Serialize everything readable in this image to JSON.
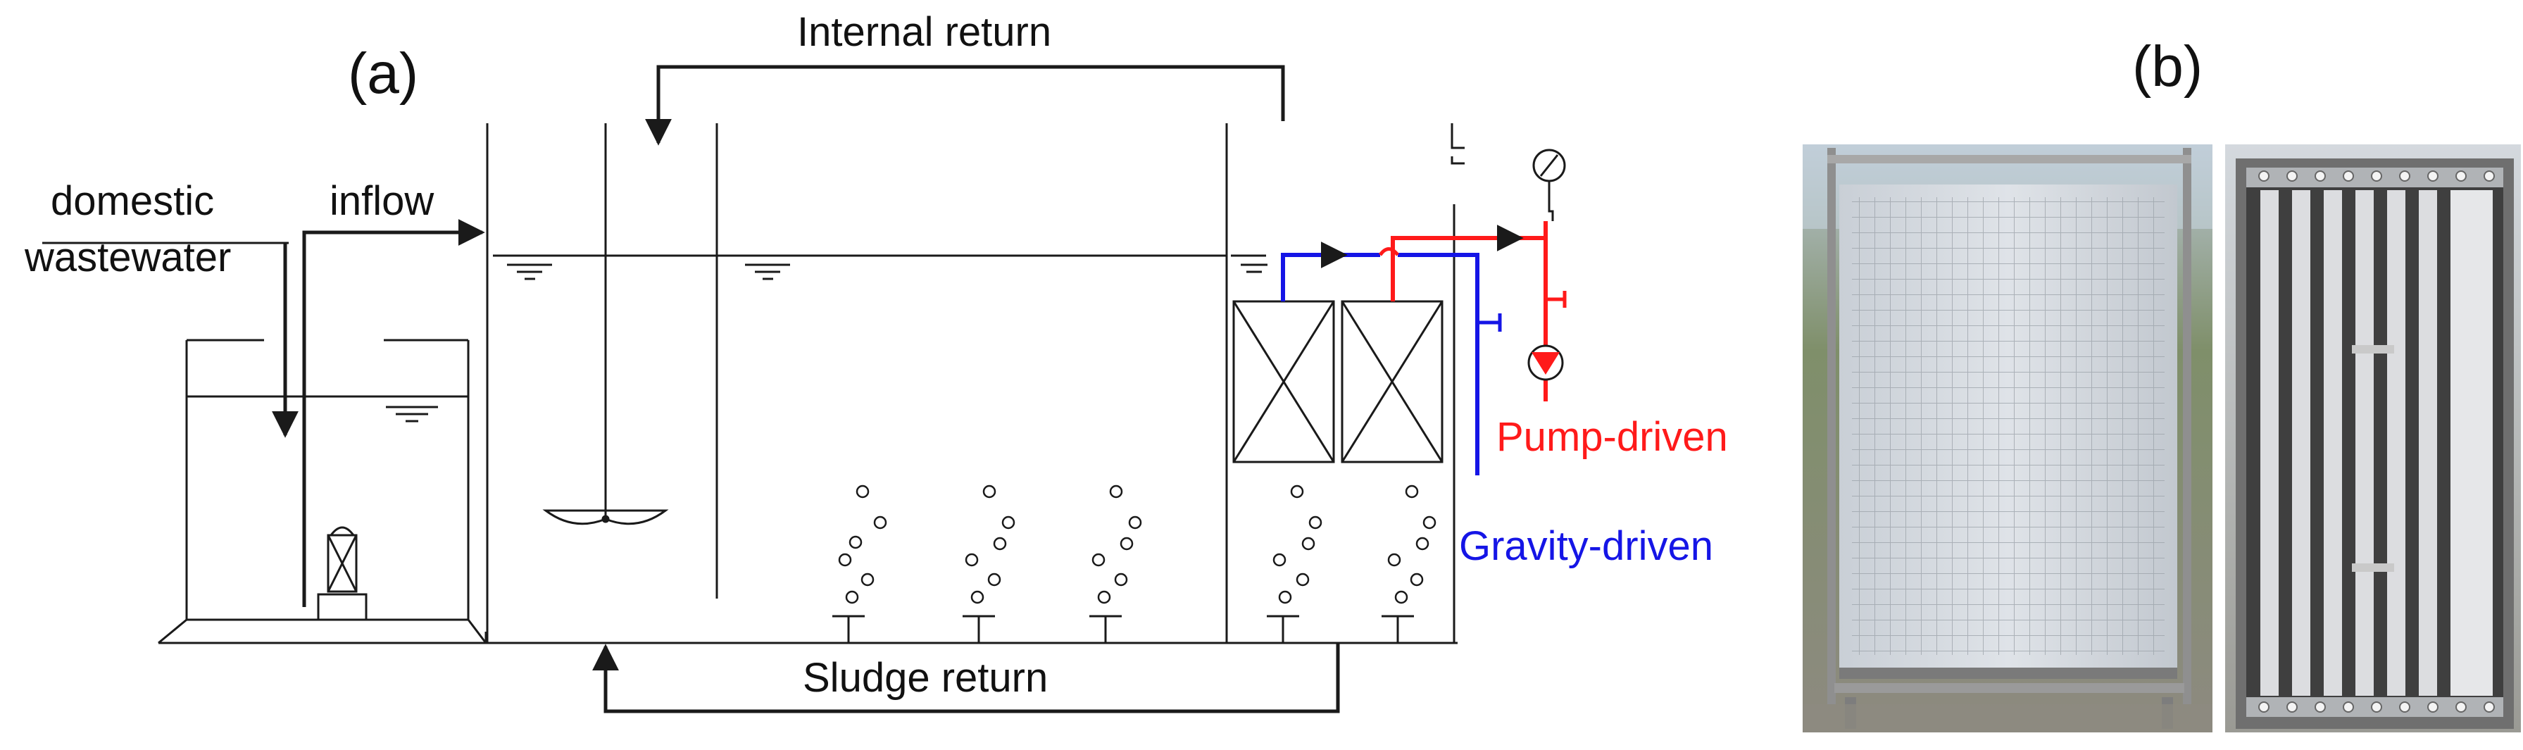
{
  "panels": {
    "a": "(a)",
    "b": "(b)"
  },
  "labels": {
    "internal_return": "Internal return",
    "sludge_return": "Sludge return",
    "domestic": "domestic",
    "wastewater": "wastewater",
    "inflow": "inflow",
    "pump_driven": "Pump-driven",
    "gravity_driven": "Gravity-driven"
  },
  "colors": {
    "line": "#1a1a1a",
    "pump": "#ff1a1a",
    "gravity": "#1515e6",
    "photo_frame": "#8f8f8f",
    "photo_bg": "#6d7d5c"
  },
  "icons": [
    "pressure-gauge-icon",
    "pump-icon",
    "submersible-pump-icon",
    "mixer-icon",
    "membrane-module-icon",
    "diffuser-icon"
  ]
}
